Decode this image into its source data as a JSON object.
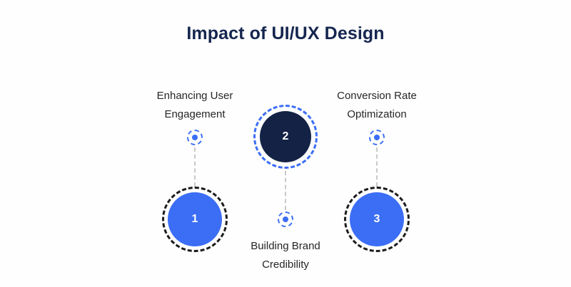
{
  "page": {
    "title": "Impact of UI/UX Design",
    "background_color": "#fefefe",
    "title_color": "#15264f"
  },
  "colors": {
    "accent_blue": "#3b6ef5",
    "dark_navy": "#132245",
    "label_text": "#262626",
    "connector_gray": "#c9c9c9",
    "ring_dark": "#1c1c1c"
  },
  "steps": [
    {
      "number": "1",
      "label_line_1": "Enhancing User",
      "label_line_2": "Engagement",
      "label_position": "top",
      "node_style": "blue",
      "icon": "target-dot-icon"
    },
    {
      "number": "2",
      "label_line_1": "Building Brand",
      "label_line_2": "Credibility",
      "label_position": "bottom",
      "node_style": "navy",
      "icon": "target-dot-icon"
    },
    {
      "number": "3",
      "label_line_1": "Conversion Rate",
      "label_line_2": "Optimization",
      "label_position": "top",
      "node_style": "blue",
      "icon": "target-dot-icon"
    }
  ]
}
